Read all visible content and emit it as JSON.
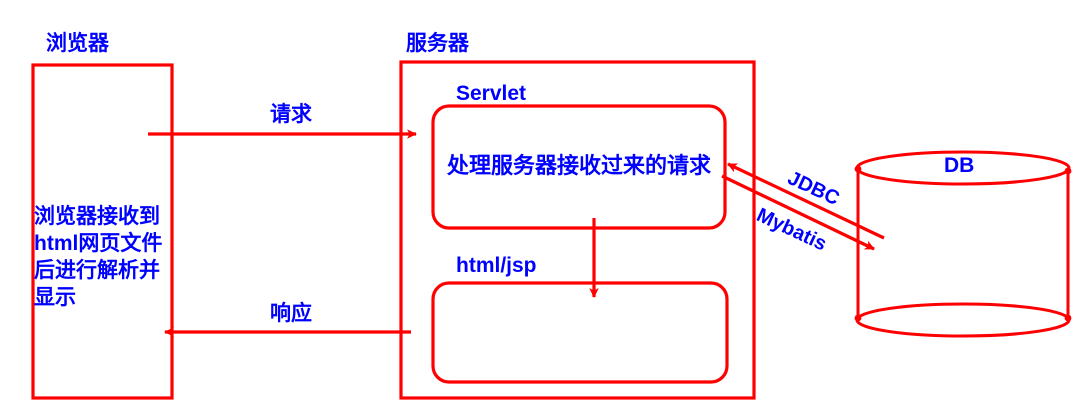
{
  "diagram": {
    "title_browser": "浏览器",
    "title_server": "服务器",
    "browser_note_lines": [
      "浏览器接收到",
      "html网页文件",
      "后进行解析并",
      "显示"
    ],
    "servlet_label": "Servlet",
    "servlet_text": "处理服务器接收过来的请求",
    "htmljsp_label": "html/jsp",
    "request_label": "请求",
    "response_label": "响应",
    "jdbc_label": "JDBC",
    "mybatis_label": "Mybatis",
    "db_label": "DB",
    "colors": {
      "stroke": "#ff0000",
      "text": "#0000ff",
      "background": "#ffffff"
    }
  }
}
